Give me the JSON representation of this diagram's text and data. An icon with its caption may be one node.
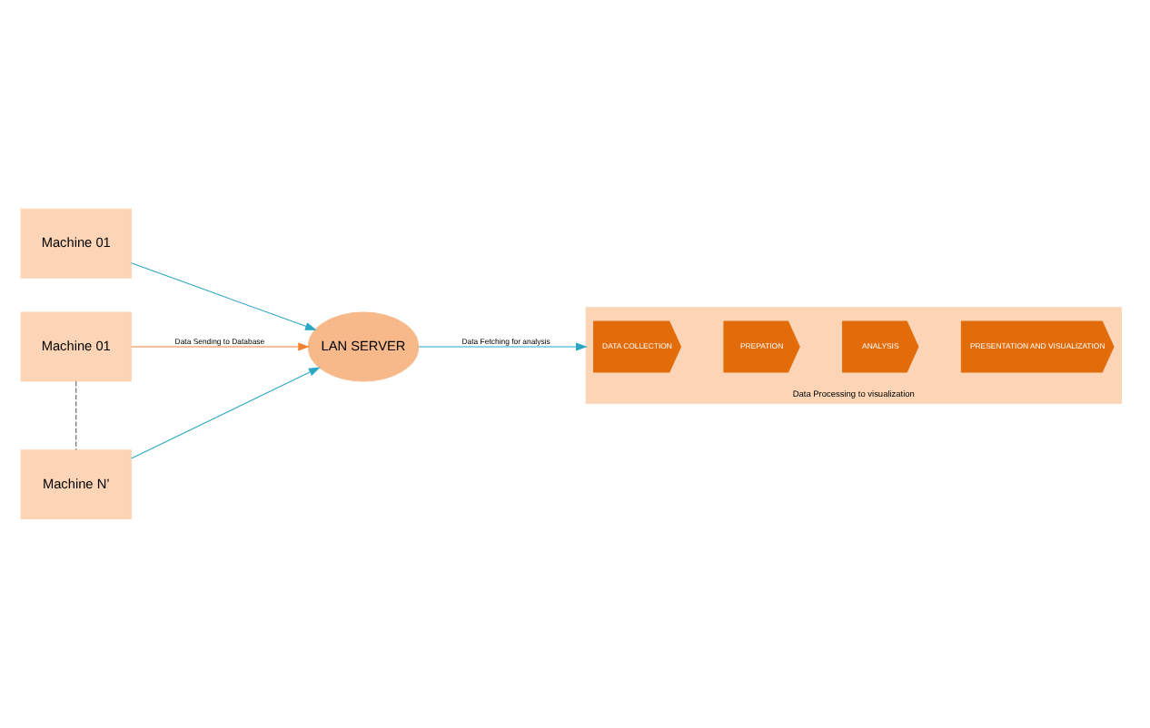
{
  "diagram": {
    "nodes": [
      {
        "text": [
          "Machine 01"
        ]
      },
      {
        "text": [
          "Machine 01"
        ]
      },
      {
        "text": [
          "Machine N’"
        ]
      },
      {
        "text": [
          "LAN SERVER"
        ]
      },
      {
        "text": [
          "Data Processing to visualization"
        ]
      },
      {
        "text": [
          "DATA COLLECTION"
        ],
        "in": 4
      },
      {
        "text": [
          "PREPATION"
        ],
        "in": 4
      },
      {
        "text": [
          "ANALYSIS"
        ],
        "in": 4
      },
      {
        "text": [
          "PRESENTATION AND VISUALIZATION"
        ],
        "in": 4
      }
    ],
    "edges": [
      {
        "from": 0,
        "to": 3,
        "arrow": "to",
        "color": "#2aa6c4"
      },
      {
        "from": 1,
        "to": 3,
        "arrow": "to",
        "label": "Data Sending to Database",
        "color": "#f08030"
      },
      {
        "from": 2,
        "to": 3,
        "arrow": "to",
        "color": "#2aa6c4"
      },
      {
        "from": 1,
        "to": 2,
        "arrow": "none",
        "style": "dashed",
        "color": "#555555"
      },
      {
        "from": 3,
        "to": 4,
        "arrow": "to",
        "label": "Data Fetching for analysis",
        "color": "#2aa6c4"
      }
    ]
  }
}
